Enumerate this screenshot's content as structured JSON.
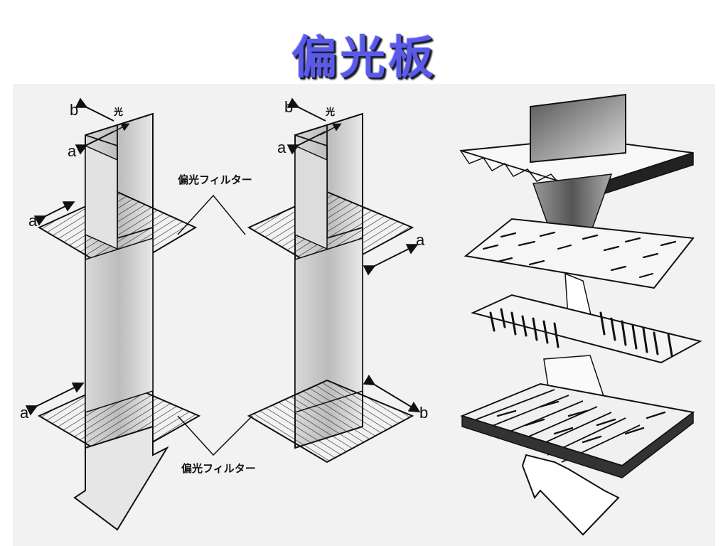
{
  "title": "偏光板",
  "left_figure": {
    "label_b": "b",
    "label_hikari": "光",
    "label_a_top": "a",
    "label_a_filter_top": "a",
    "label_a_filter_bottom": "a",
    "filter_label_top": "偏光フィルター"
  },
  "right_figure": {
    "label_b_top": "b",
    "label_hikari": "光",
    "label_a_top": "a",
    "label_a_filter_top": "a",
    "label_b_filter_bottom": "b",
    "filter_label_bottom": "偏光フィルター"
  }
}
